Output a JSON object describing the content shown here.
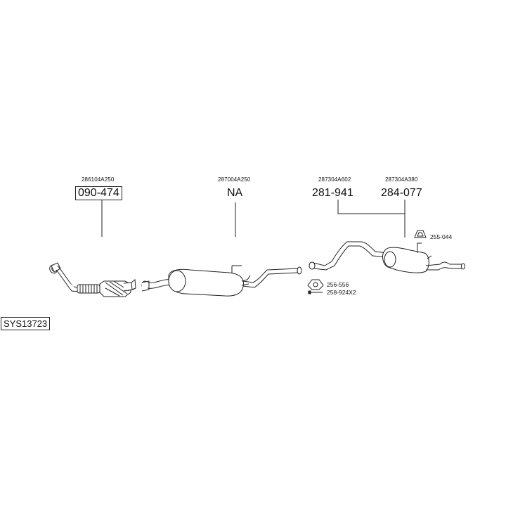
{
  "system_code": "SYS13723",
  "parts": [
    {
      "oem": "286104A250",
      "number": "090-474"
    },
    {
      "oem": "287004A250",
      "number": "NA"
    },
    {
      "oem": "287304A602",
      "number": "281-941"
    },
    {
      "oem": "287304A380",
      "number": "284-077"
    }
  ],
  "accessories": [
    {
      "number": "255-044",
      "icon": "rubber-hanger-icon"
    },
    {
      "number": "256-556",
      "icon": "gasket-icon"
    },
    {
      "number": "258-924X2",
      "icon": "bolt-icon"
    }
  ],
  "colors": {
    "line": "#222222",
    "fill": "#ffffff"
  }
}
